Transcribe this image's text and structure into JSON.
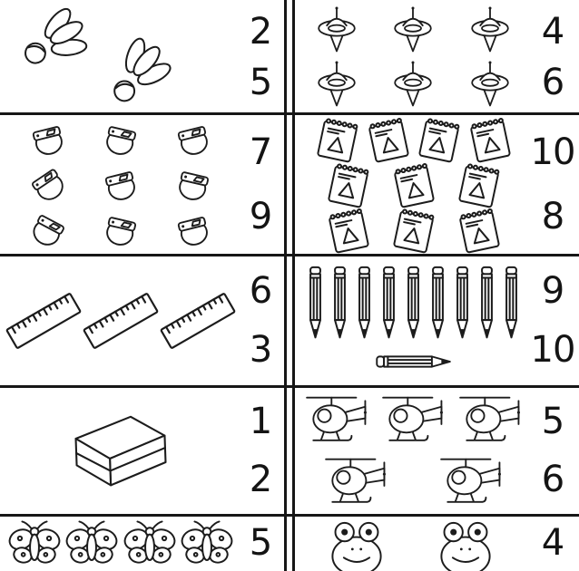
{
  "worksheet": {
    "ink_color": "#1c1c1c",
    "cells": [
      {
        "object": "shuttlecock",
        "count": 2,
        "choices": [
          "2",
          "5"
        ],
        "groups": [
          {
            "item": "shuttlecock",
            "count": 2
          }
        ]
      },
      {
        "object": "spinning-top",
        "count": 6,
        "choices": [
          "4",
          "6"
        ],
        "groups": [
          {
            "item": "spinning-top",
            "count": 6
          }
        ]
      },
      {
        "object": "pencil-sharpener",
        "count": 9,
        "choices": [
          "7",
          "9"
        ],
        "groups": [
          {
            "item": "pencil-sharpener",
            "count": 9
          }
        ]
      },
      {
        "object": "notebook",
        "count": 10,
        "choices": [
          "10",
          "8"
        ],
        "groups": [
          {
            "item": "notebook",
            "count": 10
          }
        ]
      },
      {
        "object": "ruler",
        "count": 3,
        "choices": [
          "6",
          "3"
        ],
        "groups": [
          {
            "item": "ruler",
            "count": 3
          }
        ]
      },
      {
        "object": "pencil",
        "count": 10,
        "choices": [
          "9",
          "10"
        ],
        "groups": [
          {
            "item": "pencil",
            "count": 9
          },
          {
            "item": "pencil-horizontal",
            "count": 1
          }
        ]
      },
      {
        "object": "eraser",
        "count": 1,
        "choices": [
          "1",
          "2"
        ],
        "groups": [
          {
            "item": "eraser",
            "count": 1
          }
        ]
      },
      {
        "object": "helicopter",
        "count": 5,
        "choices": [
          "5",
          "6"
        ],
        "groups": [
          {
            "item": "helicopter",
            "count": 5
          }
        ]
      },
      {
        "object": "butterfly",
        "count": 4,
        "choices": [
          "5"
        ],
        "groups": [
          {
            "item": "butterfly",
            "count": 4
          }
        ]
      },
      {
        "object": "frog",
        "count": 2,
        "choices": [
          "4"
        ],
        "groups": [
          {
            "item": "frog",
            "count": 2
          }
        ]
      }
    ]
  }
}
